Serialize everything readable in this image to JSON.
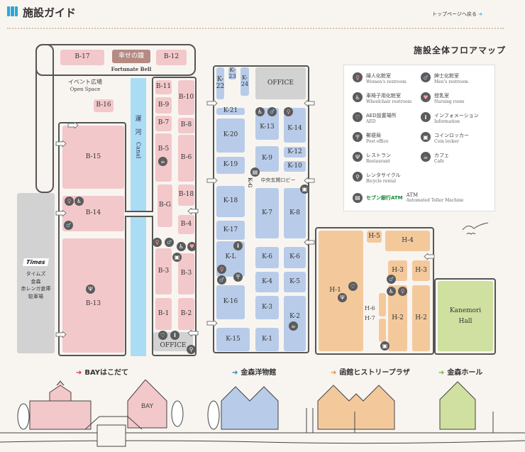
{
  "header": {
    "title": "施設ガイド",
    "back_link": "トップページへ戻る",
    "back_arrow": "➔"
  },
  "map_title": "施設全体フロアマップ",
  "bay": {
    "B17": "B-17",
    "bell": "幸せの鐘",
    "bell_en": "Fortunate Bell",
    "B12": "B-12",
    "open_jp": "イベント広場",
    "open_en": "Open Space",
    "B16": "B-16",
    "B15": "B-15",
    "B14": "B-14",
    "B13": "B-13",
    "B11": "B-11",
    "B10": "B-10",
    "B9": "B-9",
    "B7": "B-7",
    "B8": "B-8",
    "B5": "B-5",
    "B6": "B-6",
    "B18": "B-18",
    "BG": "B-G",
    "B4": "B-4",
    "B3a": "B-3",
    "B3b": "B-3",
    "B1": "B-1",
    "B2": "B-2",
    "office": "OFFICE",
    "canal_jp1": "運",
    "canal_jp2": "河",
    "canal_en": "Canal"
  },
  "parking": {
    "logo": "Times",
    "l1": "タイムズ",
    "l2": "金森",
    "l3": "赤レンガ倉庫",
    "l4": "駐車場"
  },
  "kanemori": {
    "K22": "K-22",
    "K23": "K-23",
    "K24": "K-24",
    "office": "OFFICE",
    "K21": "K-21",
    "K20": "K-20",
    "K19": "K-19",
    "K13": "K-13",
    "K14": "K-14",
    "K9": "K-9",
    "K12": "K-12",
    "K10": "K-10",
    "lobby": "中央玄関ロビー",
    "KG": "K-G",
    "K18": "K-18",
    "K7": "K-7",
    "K8": "K-8",
    "K17": "K-17",
    "KL": "K-L",
    "K6a": "K-6",
    "K6b": "K-6",
    "K4": "K-4",
    "K5": "K-5",
    "K16": "K-16",
    "K3": "K-3",
    "K2": "K-2",
    "K15": "K-15",
    "K1": "K-1"
  },
  "history": {
    "H1": "H-1",
    "H5": "H-5",
    "H4": "H-4",
    "H3a": "H-3",
    "H3b": "H-3",
    "H6": "H-6",
    "H7": "H-7",
    "H2a": "H-2",
    "H2b": "H-2"
  },
  "hall": {
    "l1": "Kanemori",
    "l2": "Hall"
  },
  "legend": [
    {
      "icon": "women",
      "jp": "婦人化粧室",
      "en": "Women's restroom"
    },
    {
      "icon": "men",
      "jp": "紳士化粧室",
      "en": "Men's restroom"
    },
    {
      "icon": "wheelchair",
      "jp": "車椅子用化粧室",
      "en": "Wheelchair restroom"
    },
    {
      "icon": "nursing",
      "jp": "授乳室",
      "en": "Nursing room"
    },
    {
      "icon": "aed",
      "jp": "AED設置場所",
      "en": "AED"
    },
    {
      "icon": "info",
      "jp": "インフォメーション",
      "en": "Information"
    },
    {
      "icon": "post",
      "jp": "郵便局",
      "en": "Post office"
    },
    {
      "icon": "coin-locker",
      "jp": "コインロッカー",
      "en": "Coin locker"
    },
    {
      "icon": "restaurant",
      "jp": "レストラン",
      "en": "Restaurant"
    },
    {
      "icon": "cafe",
      "jp": "カフェ",
      "en": "Cafe"
    },
    {
      "icon": "bicycle",
      "jp": "レンタサイクル",
      "en": "Bicycle rental"
    },
    {
      "icon": "atm",
      "brand": "セブン銀行ATM",
      "jp": "ATM",
      "en": "Automated Teller Machine"
    }
  ],
  "buildings": [
    {
      "name": "BAYはこだて",
      "color": "#d9343a"
    },
    {
      "name": "金森洋物館",
      "color": "#1f7fb8"
    },
    {
      "name": "函館ヒストリープラザ",
      "color": "#e8952e"
    },
    {
      "name": "金森ホール",
      "color": "#6fb83a"
    }
  ],
  "illustration": {
    "bay_sign": "BAY"
  },
  "colors": {
    "bay": "#f2c8cb",
    "kanemori": "#b8cce9",
    "history": "#f3c99c",
    "hall": "#cfe0a0",
    "canal": "#aadcf4",
    "icon": "#5b5b5b"
  }
}
